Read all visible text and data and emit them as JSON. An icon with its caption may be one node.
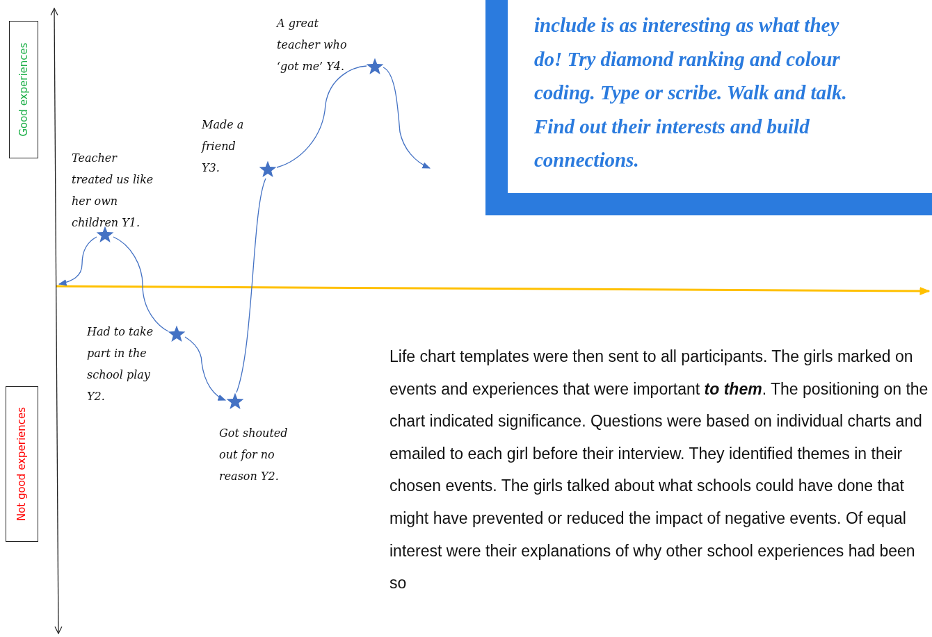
{
  "diagram": {
    "nodes": [
      {
        "text": [
          "Good experiences"
        ]
      },
      {
        "text": [
          "include is as interesting as what they do! Try diamond ranking and colour coding. Type or scribe. Walk and talk. Find out their interests and build connections."
        ]
      },
      {
        "text": [],
        "shape": "star",
        "beside": [
          "Teacher treated us like her own children Y1."
        ]
      },
      {
        "text": [],
        "shape": "star",
        "beside": [
          "Had to take part in the school play Y2."
        ]
      },
      {
        "text": [],
        "shape": "star",
        "beside": [
          "Got shouted out for no reason Y2."
        ]
      },
      {
        "text": [],
        "shape": "star",
        "beside": [
          "Made a friend Y3."
        ]
      },
      {
        "text": [],
        "shape": "star",
        "beside": [
          "A great teacher who ‘got me’ Y4."
        ]
      },
      {
        "text": [
          "Not good experiences"
        ]
      },
      {
        "text": [],
        "shape": "line"
      }
    ],
    "edges": [
      {
        "from": 2,
        "to": 8,
        "arrow": "to"
      },
      {
        "from": 2,
        "to": 3,
        "arrow": "none"
      },
      {
        "from": 3,
        "to": 4,
        "arrow": "to"
      },
      {
        "from": 4,
        "to": 5,
        "arrow": "none"
      },
      {
        "from": 5,
        "to": 6,
        "arrow": "none"
      },
      {
        "from": 6,
        "to": null,
        "arrow": "to"
      }
    ],
    "labels": [
      "Life chart templates were then sent to all participants. The girls marked on events and experiences that were important **to them**. The positioning on the chart indicated significance. Questions were based on individual charts and emailed to each girl before their interview. They identified themes in their chosen events. The girls talked about what schools could have done that might have prevented or reduced the impact of negative events. Of equal interest were their explanations of why other school experiences had been so"
    ]
  }
}
